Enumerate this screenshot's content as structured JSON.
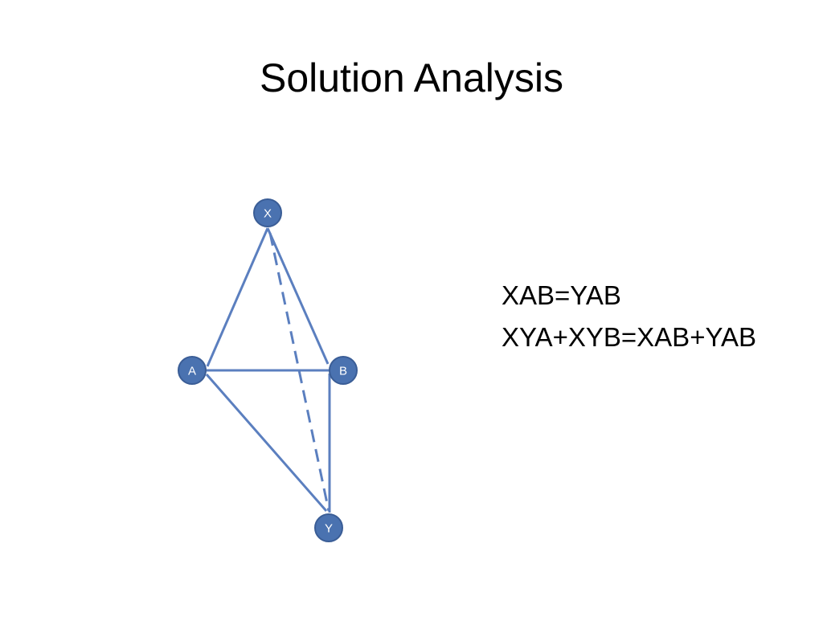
{
  "slide": {
    "title": "Solution Analysis"
  },
  "diagram": {
    "nodes": {
      "x": "X",
      "a": "A",
      "b": "B",
      "y": "Y"
    },
    "colors": {
      "edge": "#5b7fbf",
      "node_fill": "#4a72b0",
      "node_stroke": "#3a5d96"
    }
  },
  "equations": {
    "line1": "XAB=YAB",
    "line2": "XYA+XYB=XAB+YAB"
  }
}
